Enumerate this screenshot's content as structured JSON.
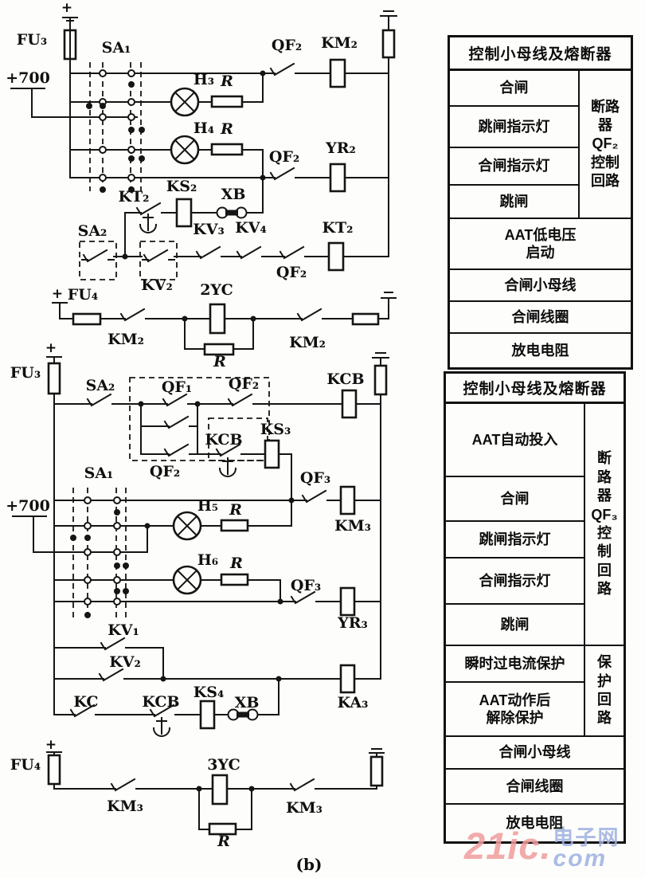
{
  "labels": {
    "plus": "+",
    "c1_fu3": "FU₃",
    "c1_p700": "+700",
    "c1_sa1": "SA₁",
    "c1_qf2_top": "QF₂",
    "c1_km2": "KM₂",
    "c1_h3": "H₃",
    "c1_r_h3": "R",
    "c1_h4": "H₄",
    "c1_r_h4": "R",
    "c1_qf2_mid": "QF₂",
    "c1_yr2": "YR₂",
    "c1_kt2_contact": "KT₂",
    "c1_ks2": "KS₂",
    "c1_xb": "XB",
    "c1_sa2": "SA₂",
    "c1_kv2": "KV₂",
    "c1_kv3": "KV₃",
    "c1_kv4": "KV₄",
    "c1_qf2_bot": "QF₂",
    "c1_kt2_coil": "KT₂",
    "c1_fu4": "FU₄",
    "c1_km2_l": "KM₂",
    "c1_2yc": "2YC",
    "c1_r_yc": "R",
    "c1_km2_r": "KM₂",
    "c2_fu3": "FU₃",
    "c2_sa2": "SA₂",
    "c2_qf1": "QF₁",
    "c2_qf2_in": "QF₂",
    "c2_kcb_coil": "KCB",
    "c2_qf2_par": "QF₂",
    "c2_kcb_contact": "KCB",
    "c2_ks3": "KS₃",
    "c2_sa1": "SA₁",
    "c2_p700": "+700",
    "c2_qf3_top": "QF₃",
    "c2_km3": "KM₃",
    "c2_h5": "H₅",
    "c2_r_h5": "R",
    "c2_h6": "H₆",
    "c2_r_h6": "R",
    "c2_qf3_bot": "QF₃",
    "c2_yr3": "YR₃",
    "c2_kv1": "KV₁",
    "c2_kv2": "KV₂",
    "c2_kc": "KC",
    "c2_kcb2": "KCB",
    "c2_ks4": "KS₄",
    "c2_xb": "XB",
    "c2_ka3": "KA₃",
    "c2_fu4": "FU₄",
    "c2_km3_l": "KM₃",
    "c2_3yc": "3YC",
    "c2_r_yc": "R",
    "c2_km3_r": "KM₃",
    "caption": "(b)"
  },
  "table1": {
    "header": "控制小母线及熔断器",
    "group_rows": [
      "合闸",
      "跳闸指示灯",
      "合闸指示灯",
      "跳闸"
    ],
    "group_side": "断路\n器\nQF₂\n控制\n回路",
    "full_rows": [
      "AAT低电压\n启动",
      "合闸小母线",
      "合闸线圈",
      "放电电阻"
    ]
  },
  "table2": {
    "header": "控制小母线及熔断器",
    "group1_rows": [
      "AAT自动投入",
      "合闸",
      "跳闸指示灯",
      "合闸指示灯",
      "跳闸"
    ],
    "group1_side": "断\n路\n器\nQF₃\n控\n制\n回\n路",
    "group2_rows": [
      "瞬时过电流保护",
      "AAT动作后\n解除保护"
    ],
    "group2_side": "保\n护\n回\n路",
    "full_rows": [
      "合闸小母线",
      "合闸线圈",
      "放电电阻"
    ]
  },
  "watermark": {
    "part1": "21ic.",
    "cn": "电子网",
    "com": "com"
  },
  "colors": {
    "watermark_pink": "#ef9d9d",
    "watermark_blue": "#9db0e0",
    "line": "#151515"
  }
}
